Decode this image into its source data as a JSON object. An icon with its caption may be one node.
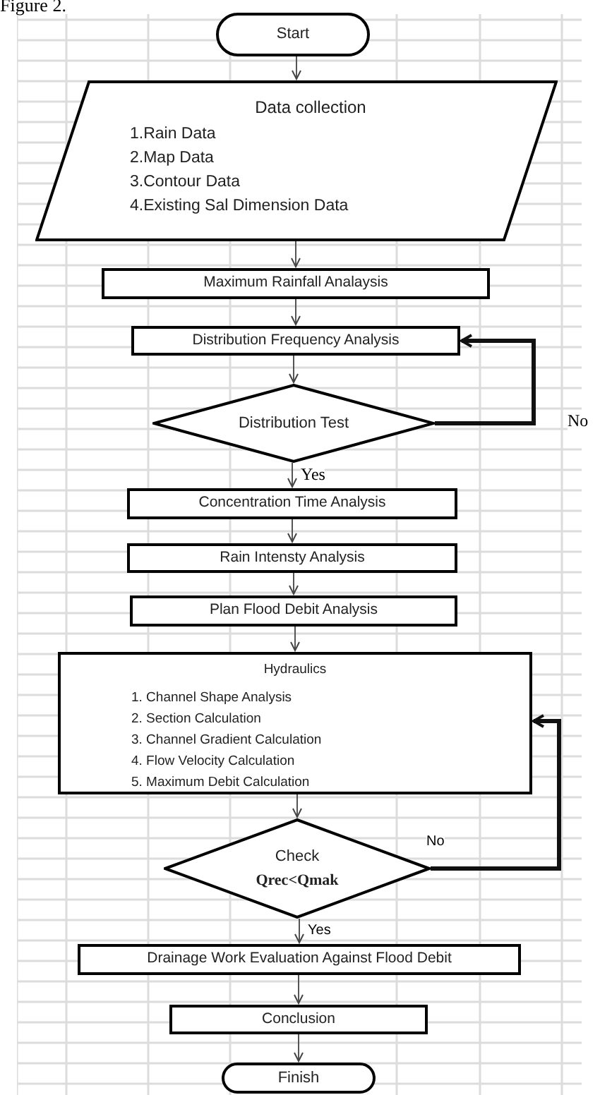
{
  "diagram": {
    "title": "Figure 2.",
    "nodes": [
      {
        "text": [
          "Start"
        ]
      },
      {
        "text": [
          "Data collection",
          "1.Rain Data",
          "2.Map Data",
          "3.Contour Data",
          "4.Existing Sal Dimension Data"
        ]
      },
      {
        "text": [
          "Maximum Rainfall Analaysis"
        ]
      },
      {
        "text": [
          "Distribution Frequency Analysis"
        ]
      },
      {
        "text": [
          "Distribution Test"
        ]
      },
      {
        "text": [
          "Concentration Time Analysis"
        ]
      },
      {
        "text": [
          "Rain Intensty Analysis"
        ]
      },
      {
        "text": [
          "Plan Flood Debit Analysis"
        ]
      },
      {
        "text": [
          "Hydraulics",
          "1. Channel Shape Analysis",
          "2. Section Calculation",
          "3. Channel Gradient Calculation",
          "4. Flow Velocity Calculation",
          "5. Maximum Debit Calculation"
        ]
      },
      {
        "text": [
          "Check",
          "Qrec<Qmak"
        ]
      },
      {
        "text": [
          "Drainage Work Evaluation Against Flood Debit"
        ]
      },
      {
        "text": [
          "Conclusion"
        ]
      },
      {
        "text": [
          "Finish"
        ]
      }
    ],
    "edges": [
      {
        "from": 0,
        "to": 1,
        "arrow": "to"
      },
      {
        "from": 1,
        "to": 2,
        "arrow": "to"
      },
      {
        "from": 2,
        "to": 3,
        "arrow": "to"
      },
      {
        "from": 3,
        "to": 4,
        "arrow": "to"
      },
      {
        "from": 4,
        "to": 3,
        "arrow": "to",
        "label": "No",
        "style": "thick"
      },
      {
        "from": 4,
        "to": 5,
        "arrow": "to",
        "label": "Yes"
      },
      {
        "from": 5,
        "to": 6,
        "arrow": "to"
      },
      {
        "from": 6,
        "to": 7,
        "arrow": "to"
      },
      {
        "from": 7,
        "to": 8,
        "arrow": "to"
      },
      {
        "from": 8,
        "to": 9,
        "arrow": "to"
      },
      {
        "from": 9,
        "to": 8,
        "arrow": "to",
        "label": "No",
        "style": "thick"
      },
      {
        "from": 9,
        "to": 10,
        "arrow": "to",
        "label": "Yes"
      },
      {
        "from": 10,
        "to": 11,
        "arrow": "to"
      },
      {
        "from": 11,
        "to": 12,
        "arrow": "to"
      }
    ]
  }
}
